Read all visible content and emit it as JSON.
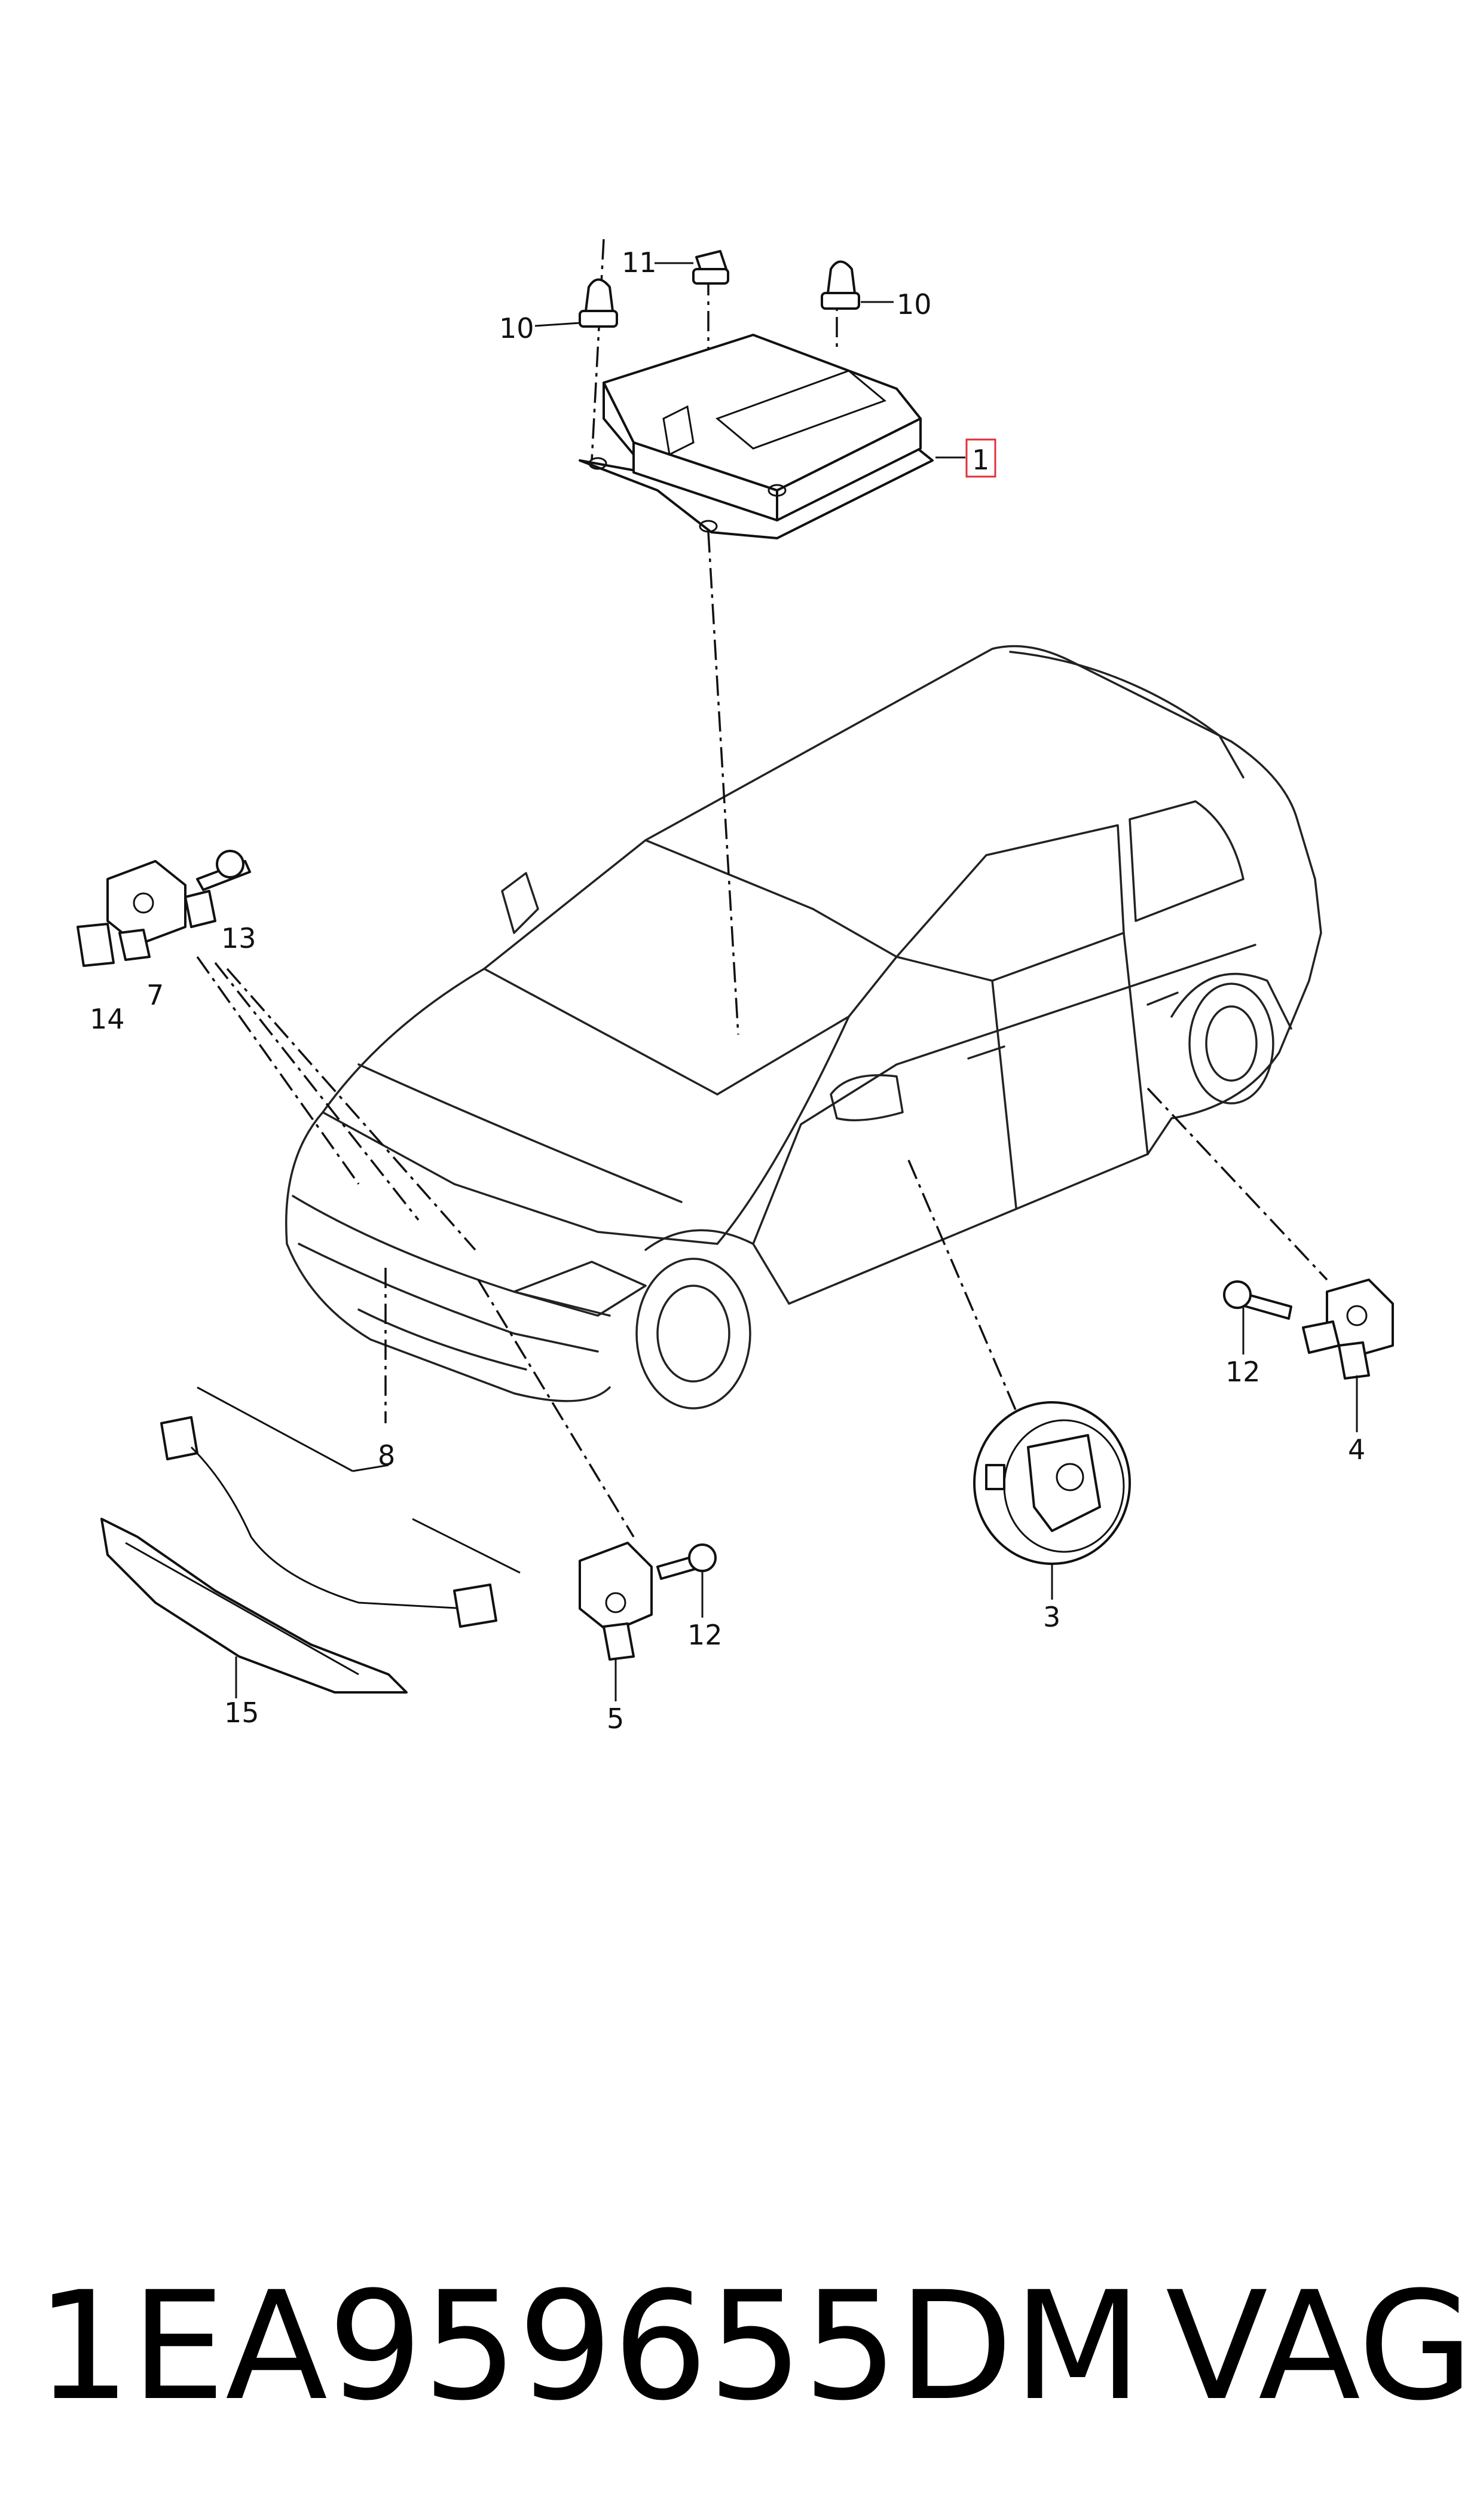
{
  "diagram": {
    "callouts": {
      "c1": "1",
      "c3": "3",
      "c4": "4",
      "c5": "5",
      "c7": "7",
      "c8": "8",
      "c10a": "10",
      "c10b": "10",
      "c11": "11",
      "c12a": "12",
      "c12b": "12",
      "c13": "13",
      "c14": "14",
      "c15": "15"
    },
    "highlight_color": "#e0303a"
  },
  "footer": {
    "part_number": "1EA959655DM",
    "brand": "VAG"
  }
}
